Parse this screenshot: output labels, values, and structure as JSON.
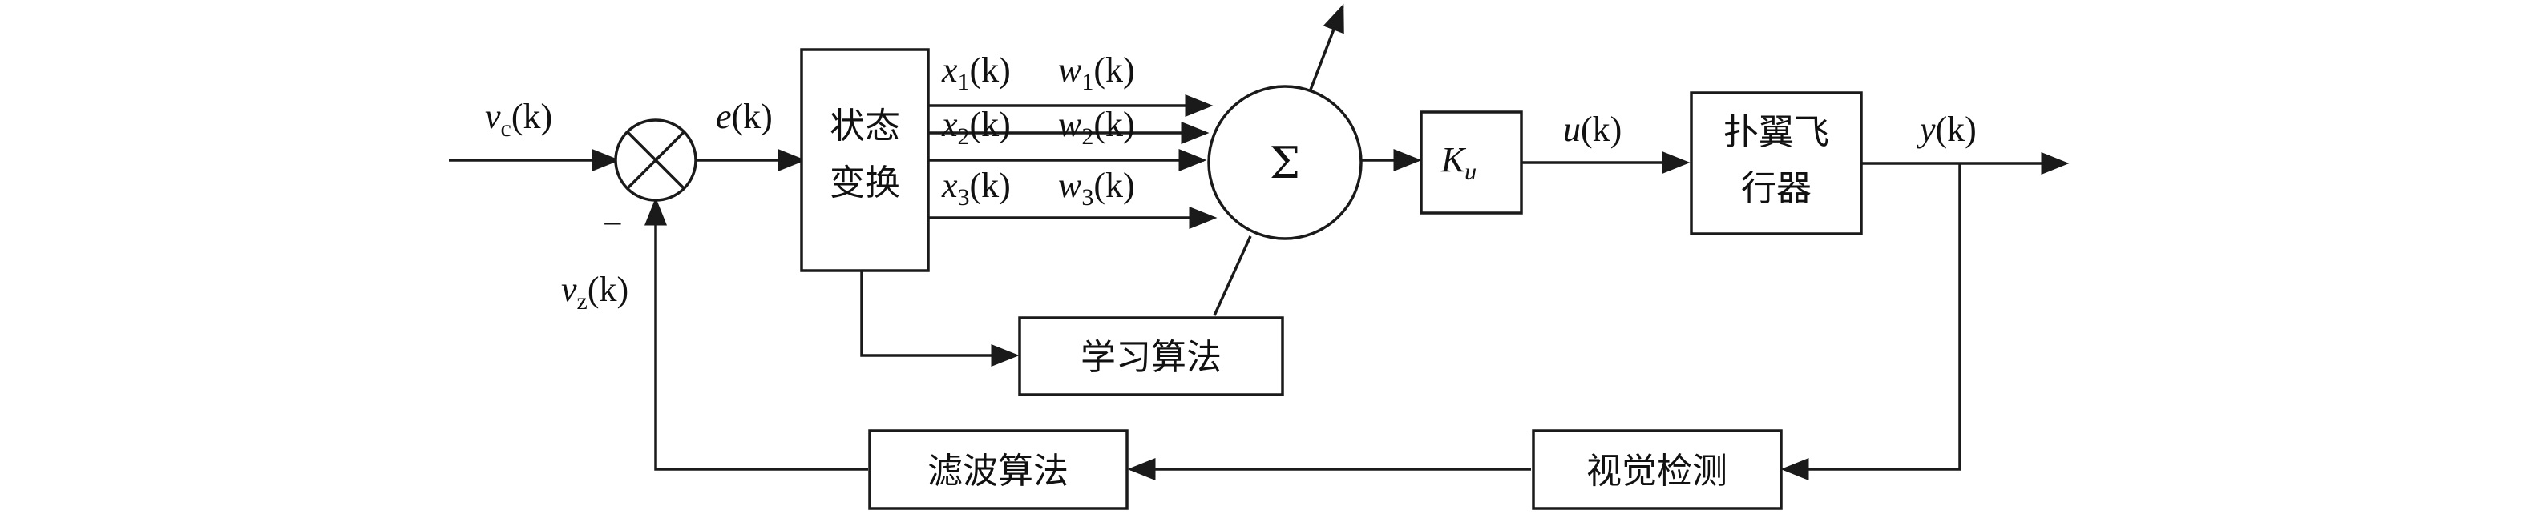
{
  "blocks": {
    "state_transform": {
      "line1": "状态",
      "line2": "变换"
    },
    "summation": "Σ",
    "gain": {
      "base": "K",
      "sub": "u"
    },
    "plant": {
      "line1": "扑翼飞",
      "line2": "行器"
    },
    "learning": "学习算法",
    "vision": "视觉检测",
    "filter": "滤波算法"
  },
  "signals": {
    "vc": {
      "base": "v",
      "sub": "c",
      "arg": "(k)"
    },
    "e": {
      "base": "e",
      "arg": "(k)"
    },
    "x1": {
      "base": "x",
      "sub": "1",
      "arg": "(k)"
    },
    "x2": {
      "base": "x",
      "sub": "2",
      "arg": "(k)"
    },
    "x3": {
      "base": "x",
      "sub": "3",
      "arg": "(k)"
    },
    "w1": {
      "base": "w",
      "sub": "1",
      "arg": "(k)"
    },
    "w2": {
      "base": "w",
      "sub": "2",
      "arg": "(k)"
    },
    "w3": {
      "base": "w",
      "sub": "3",
      "arg": "(k)"
    },
    "u": {
      "base": "u",
      "arg": "(k)"
    },
    "y": {
      "base": "y",
      "arg": "(k)"
    },
    "vz": {
      "base": "v",
      "sub": "z",
      "arg": "(k)"
    },
    "minus": "−"
  }
}
